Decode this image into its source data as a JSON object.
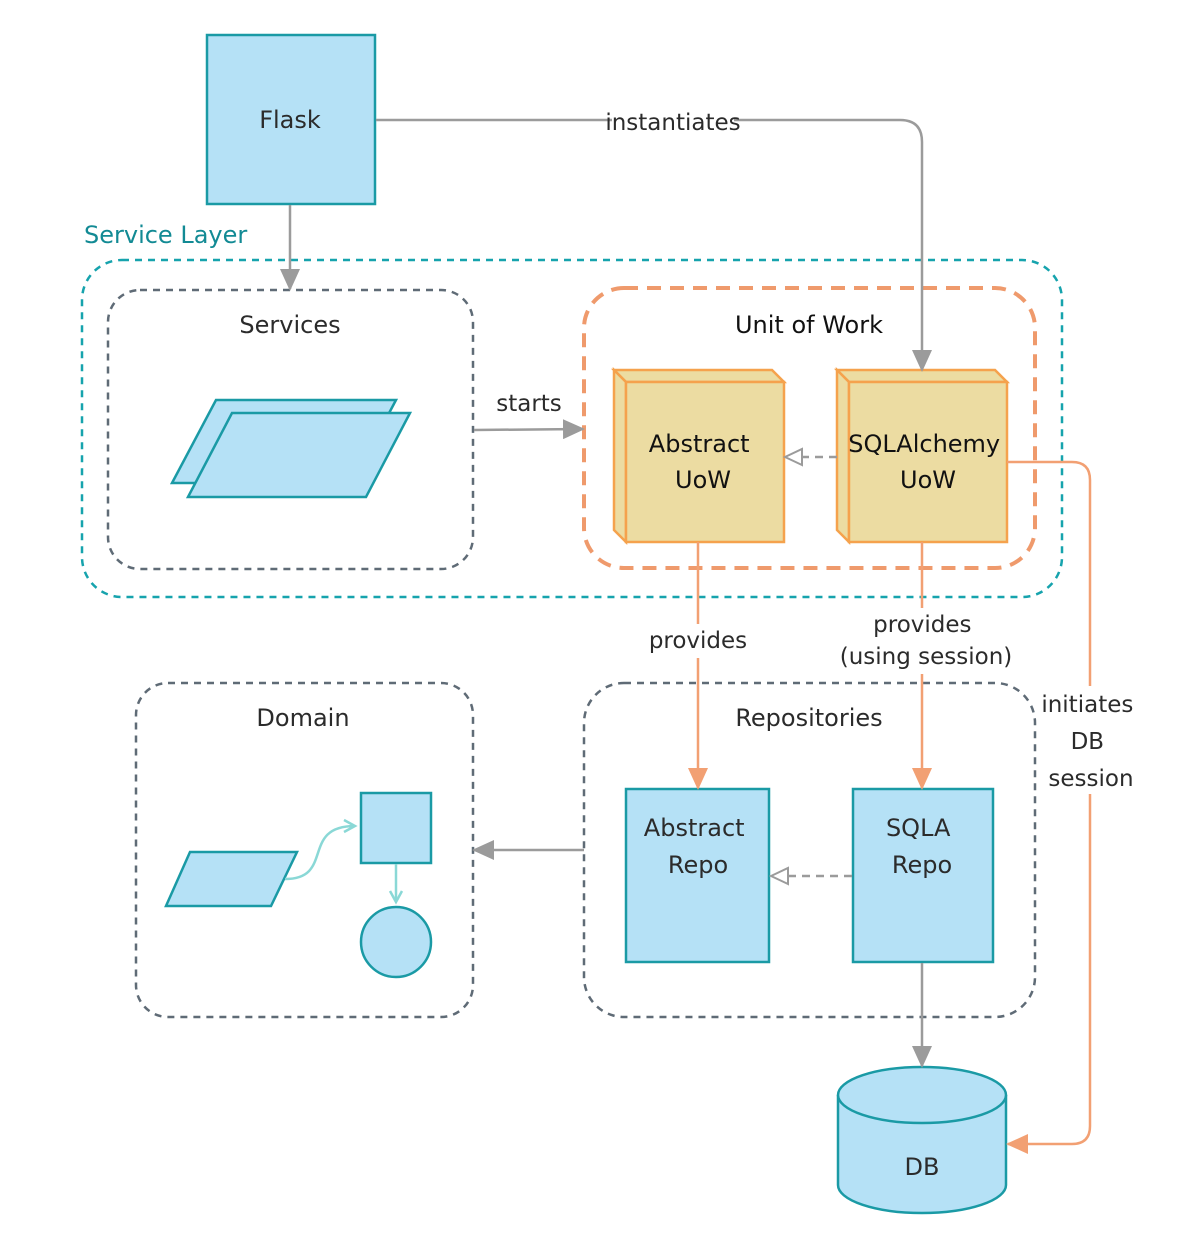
{
  "nodes": {
    "flask": "Flask",
    "abstract_uow": [
      "Abstract",
      "UoW"
    ],
    "sqlalchemy_uow": [
      "SQLAlchemy",
      "UoW"
    ],
    "abstract_repo": [
      "Abstract",
      "Repo"
    ],
    "sqla_repo": [
      "SQLA",
      "Repo"
    ],
    "db": "DB"
  },
  "groups": {
    "service_layer": "Service Layer",
    "services": "Services",
    "unit_of_work": "Unit of Work",
    "domain": "Domain",
    "repositories": "Repositories"
  },
  "edges": {
    "instantiates": "instantiates",
    "starts": "starts",
    "provides": "provides",
    "provides_using_session": [
      "provides",
      "(using session)"
    ],
    "initiates_db_session": [
      "initiates",
      "DB",
      "session"
    ]
  },
  "colors": {
    "teal": "#16a3ad",
    "light_blue_fill": "#b5e1f6",
    "box_stroke": "#1a9aa5",
    "gray_line": "#9b9b9b",
    "dashed_gray": "#5f6b76",
    "orange": "#f2a073",
    "orange_dashed": "#ef9a6c",
    "uow_fill": "#ecdca2",
    "uow_stroke": "#f5a24d"
  }
}
